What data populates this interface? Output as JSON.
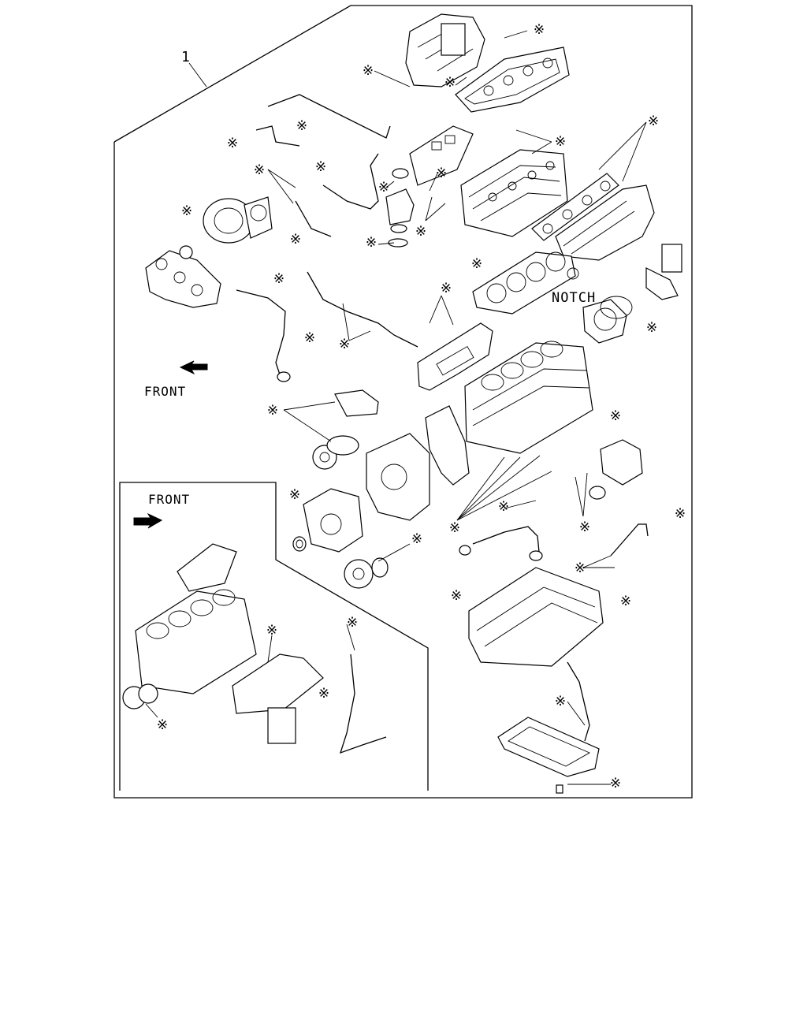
{
  "callout_number": "1",
  "front_label_main": "FRONT",
  "front_label_inset": "FRONT",
  "notch_label": "NOTCH",
  "symbol": "※",
  "symbol_count": 38
}
